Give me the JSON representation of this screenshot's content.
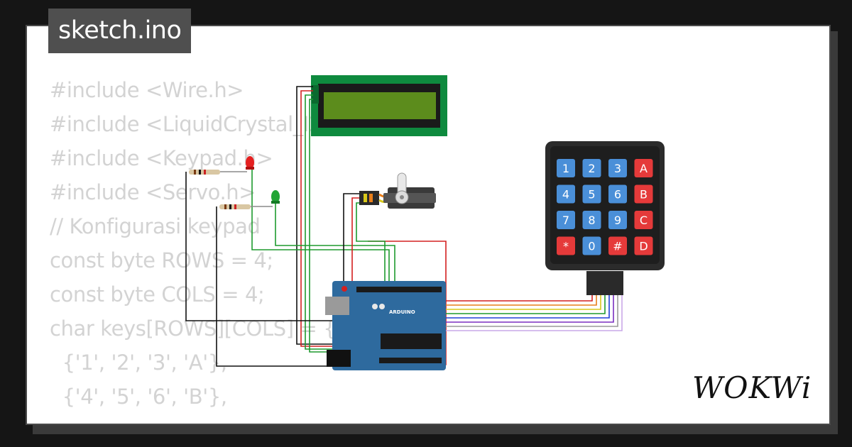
{
  "file_title": "sketch.ino",
  "code_lines": [
    "#include <Wire.h>",
    "#include <LiquidCrystal_I2C.h>",
    "#include <Keypad.h>",
    "#include <Servo.h>",
    "",
    "// Konfigurasi keypad",
    "const byte ROWS = 4;",
    "const byte COLS = 4;",
    "char keys[ROWS][COLS] = {",
    "  {'1', '2', '3', 'A'},",
    "  {'4', '5', '6', 'B'},"
  ],
  "keypad_keys": [
    [
      "1",
      "2",
      "3",
      "A"
    ],
    [
      "4",
      "5",
      "6",
      "B"
    ],
    [
      "7",
      "8",
      "9",
      "C"
    ],
    [
      "*",
      "0",
      "#",
      "D"
    ]
  ],
  "board_label": "ARDUINO",
  "brand_logo": "WOKWi",
  "colors": {
    "key_blue": "#4a8fd8",
    "key_red": "#e53a3a",
    "lcd_green": "#0e8a3e",
    "lcd_screen": "#5c8c1c",
    "board_blue": "#2e6a9e",
    "wire_green": "#1e9a2e",
    "wire_red": "#d42020",
    "wire_black": "#111111"
  }
}
